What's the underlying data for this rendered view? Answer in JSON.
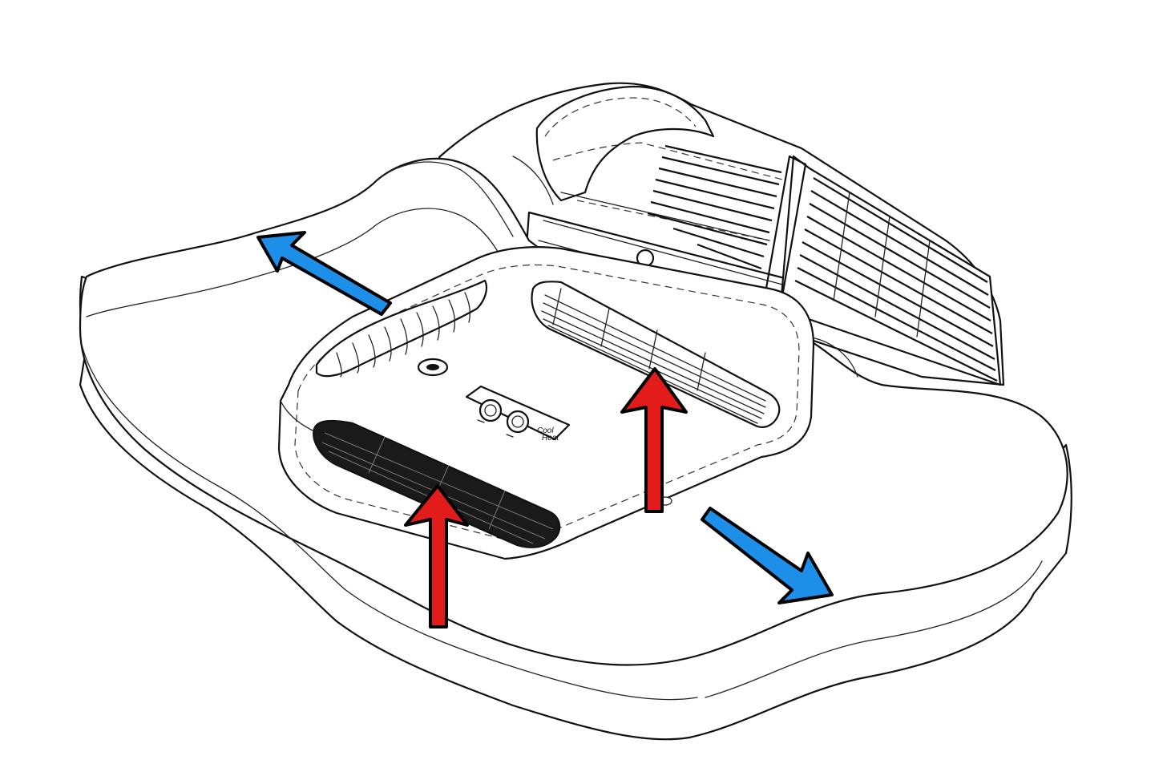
{
  "diagram": {
    "subject": "rooftop-air-conditioner-ceiling-assembly",
    "control_panel": {
      "label_1": "Cool",
      "label_2": "Heat"
    },
    "arrows": {
      "intake_color": "#e21b1b",
      "outflow_color": "#1e8fe8",
      "outline_color": "#000000"
    }
  }
}
